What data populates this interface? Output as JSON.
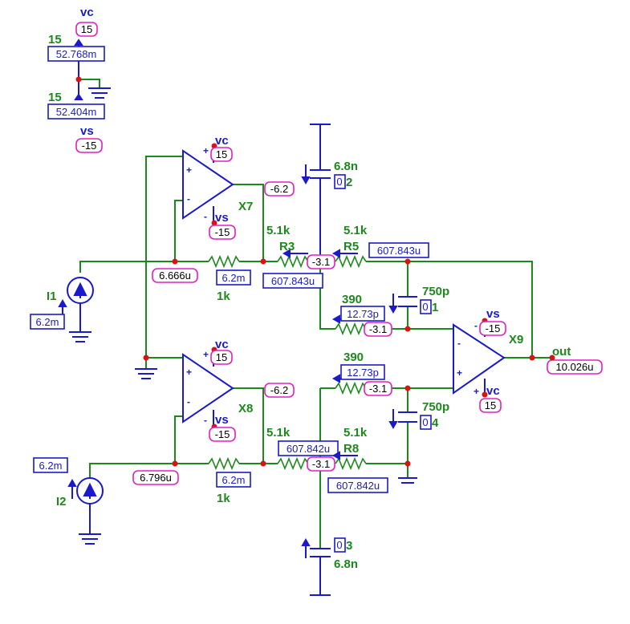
{
  "supply": {
    "vc_label": "vc",
    "vc_value": "15",
    "vc_source_value": "15",
    "vc_current": "52.768m",
    "vs_label": "vs",
    "vs_value": "-15",
    "vs_source_value": "15",
    "vs_current": "52.404m"
  },
  "x7": {
    "name": "X7",
    "vc_label": "vc",
    "vc_value": "15",
    "vs_label": "vs",
    "vs_value": "-15",
    "out_voltage": "-6.2",
    "in_voltage": "6.666u",
    "r_in_value": "1k",
    "r_in_current": "6.2m"
  },
  "x8": {
    "name": "X8",
    "vc_label": "vc",
    "vc_value": "15",
    "vs_label": "vs",
    "vs_value": "-15",
    "out_voltage": "-6.2",
    "in_voltage": "6.796u",
    "r_in_value": "1k",
    "r_in_current": "6.2m"
  },
  "x9": {
    "name": "X9",
    "vc_label": "vc",
    "vc_value": "15",
    "vs_label": "vs",
    "vs_value": "-15",
    "out_label": "out",
    "out_voltage": "10.026u"
  },
  "i1": {
    "name": "I1",
    "value": "6.2m"
  },
  "i2": {
    "name": "I2",
    "value": "6.2m"
  },
  "r3": {
    "name": "R3",
    "value": "5.1k",
    "current": "607.843u",
    "node_voltage": "-3.1"
  },
  "r5": {
    "name": "R5",
    "value": "5.1k",
    "current": "607.843u"
  },
  "r_top390": {
    "value": "390",
    "current": "12.73p",
    "node_voltage": "-3.1"
  },
  "r_bot390": {
    "value": "390",
    "current": "12.73p",
    "node_voltage": "-3.1"
  },
  "r_left_bot": {
    "value": "5.1k",
    "current": "607.842u",
    "node_voltage": "-3.1"
  },
  "r8": {
    "name": "R8",
    "value": "5.1k",
    "current": "607.842u"
  },
  "c2": {
    "name": "2",
    "value": "6.8n",
    "current": "0"
  },
  "c1": {
    "name": "1",
    "value": "750p",
    "current": "0"
  },
  "c4": {
    "name": "4",
    "value": "750p",
    "current": "0"
  },
  "c3": {
    "name": "3",
    "value": "6.8n",
    "current": "0"
  }
}
